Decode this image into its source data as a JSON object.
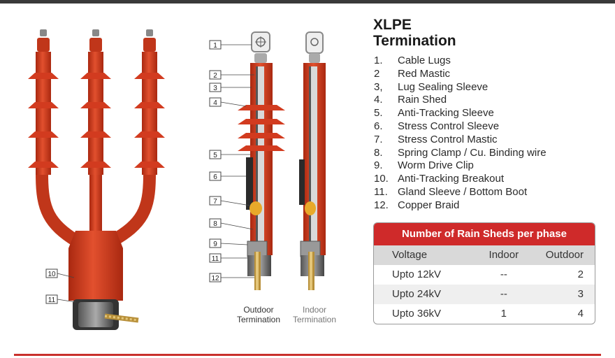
{
  "title_line1": "XLPE",
  "title_line2": "Termination",
  "legend": [
    {
      "num": "1.",
      "label": "Cable Lugs"
    },
    {
      "num": "2",
      "label": "Red Mastic"
    },
    {
      "num": "3,",
      "label": "Lug Sealing Sleeve"
    },
    {
      "num": "4.",
      "label": "Rain Shed"
    },
    {
      "num": "5.",
      "label": "Anti-Tracking Sleeve"
    },
    {
      "num": "6.",
      "label": "Stress Control Sleeve"
    },
    {
      "num": "7.",
      "label": "Stress Control Mastic"
    },
    {
      "num": "8.",
      "label": "Spring Clamp / Cu. Binding wire"
    },
    {
      "num": "9.",
      "label": "Worm Drive Clip"
    },
    {
      "num": "10.",
      "label": "Anti-Tracking Breakout"
    },
    {
      "num": "11.",
      "label": "Gland Sleeve / Bottom Boot"
    },
    {
      "num": "12.",
      "label": "Copper Braid"
    }
  ],
  "callouts": [
    "1",
    "2",
    "3",
    "4",
    "5",
    "6",
    "7",
    "8",
    "9",
    "11",
    "12"
  ],
  "breakout_callouts": [
    "10",
    "11"
  ],
  "captions": {
    "outdoor": [
      "Outdoor",
      "Termination"
    ],
    "indoor": [
      "Indoor",
      "Termination"
    ]
  },
  "table": {
    "title": "Number of Rain Sheds per phase",
    "headers": [
      "Voltage",
      "Indoor",
      "Outdoor"
    ],
    "rows": [
      [
        "Upto 12kV",
        "--",
        "2"
      ],
      [
        "Upto 24kV",
        "--",
        "3"
      ],
      [
        "Upto 36kV",
        "1",
        "4"
      ]
    ]
  },
  "colors": {
    "red": "#d23b1f",
    "dark_red": "#a92810",
    "accent": "#cf2a2a"
  }
}
